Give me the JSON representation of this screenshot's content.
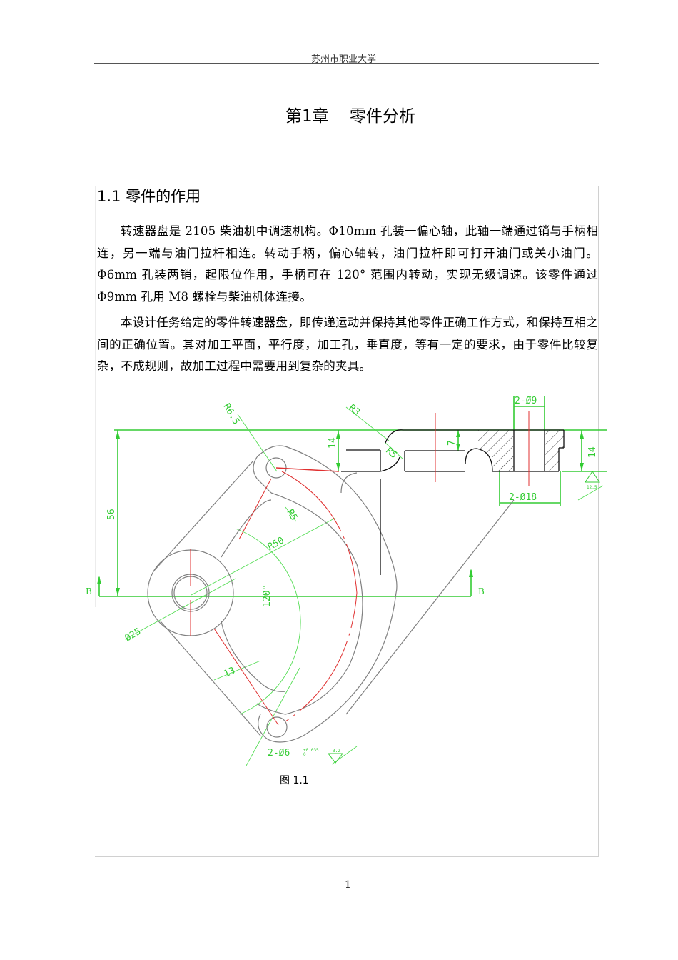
{
  "header": {
    "institution": "苏州市职业大学"
  },
  "chapter": {
    "title": "第1章    零件分析"
  },
  "section": {
    "title": "1.1 零件的作用",
    "paragraphs": [
      "转速器盘是 2105 柴油机中调速机构。Φ10mm 孔装一偏心轴，此轴一端通过销与手柄相连，另一端与油门拉杆相连。转动手柄，偏心轴转，油门拉杆即可打开油门或关小油门。Φ6mm 孔装两销，起限位作用，手柄可在 120° 范围内转动，实现无级调速。该零件通过Φ9mm 孔用 M8 螺栓与柴油机体连接。",
      "本设计任务给定的零件转速器盘，即传递运动并保持其他零件正确工作方式，和保持互相之间的正确位置。其对加工平面，平行度，加工孔，垂直度，等有一定的要求，由于零件比较复杂，不成规则，故加工过程中需要用到复杂的夹具。"
    ]
  },
  "figure": {
    "caption": "图 1.1",
    "colors": {
      "dimension": "#33cc33",
      "centerline": "#e03030",
      "outline": "#808080",
      "section": "#000000"
    },
    "dimensions": {
      "r65": "R6.5",
      "r3": "R3",
      "r5_top": "R5",
      "r5_inner": "R5",
      "r50": "R50",
      "h14_left": "14",
      "h7": "7",
      "h14_right": "14",
      "h56": "56",
      "d9": "2-Ø9",
      "d18": "2-Ø18",
      "d25": "Ø25",
      "angle": "120°",
      "w13": "13",
      "d6": "2-Ø6",
      "d6_tol_upper": "+0.035",
      "d6_tol_lower": "0",
      "section_label_left": "B",
      "section_label_right": "B",
      "roughness_right": "12.5",
      "roughness_bottom": "3.2"
    }
  },
  "page": {
    "number": "1"
  }
}
